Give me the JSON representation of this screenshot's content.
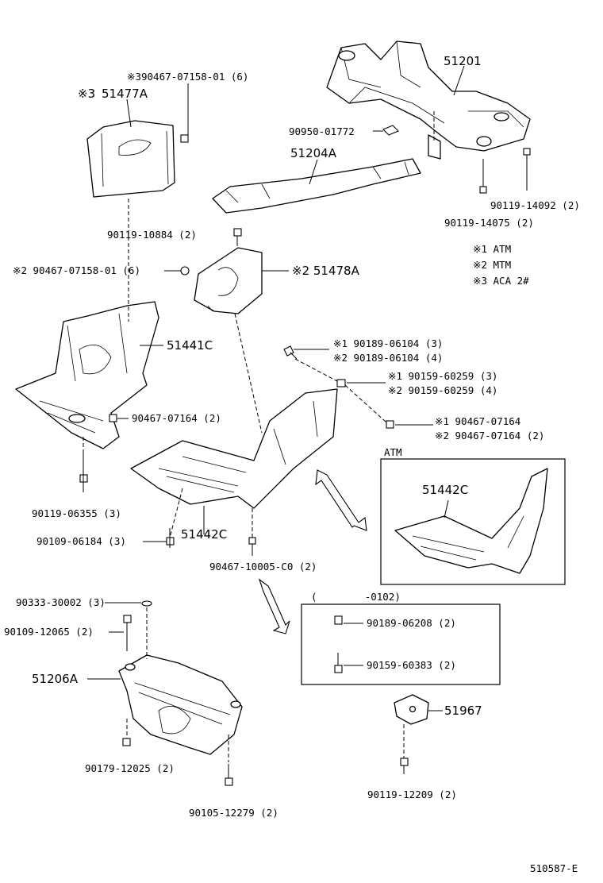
{
  "labels": {
    "p51201": "51201",
    "p51477a_code": "51477A",
    "p51477a_prefix": "※3",
    "p51477a_bolt": "※390467-07158-01 (6)",
    "p90950": "90950-01772",
    "p51204a": "51204A",
    "p90119_14092": "90119-14092 (2)",
    "p90119_14075": "90119-14075 (2)",
    "p90119_10884": "90119-10884 (2)",
    "p90467_07158_2": "※2 90467-07158-01 (6)",
    "p51478a": "※2 51478A",
    "p51441c": "51441C",
    "p90189_1": "※1 90189-06104 (3)",
    "p90189_2": "※2 90189-06104 (4)",
    "p90159_1": "※1 90159-60259 (3)",
    "p90159_2": "※2 90159-60259 (4)",
    "p90467_07164_side": "90467-07164 (2)",
    "p90467_07164_1": "※1 90467-07164",
    "p90467_07164_2": "※2 90467-07164 (2)",
    "p90119_06355": "90119-06355 (3)",
    "p51442c_main": "51442C",
    "p90109_06184": "90109-06184 (3)",
    "p90467_10005": "90467-10005-C0 (2)",
    "p90333": "90333-30002 (3)",
    "p90109_12065": "90109-12065 (2)",
    "p51206a": "51206A",
    "p90179": "90179-12025 (2)",
    "p90105": "90105-12279 (2)",
    "p90189_06208": "90189-06208 (2)",
    "p90159_60383": "90159-60383 (2)",
    "p51967": "51967",
    "p90119_12209": "90119-12209 (2)",
    "atm_box_title": "ATM",
    "atm_box_part": "51442C",
    "date_box_title": "(        -0102)",
    "figure_code": "510587-E"
  },
  "legend": [
    "※1 ATM",
    "※2 MTM",
    "※3 ACA 2#"
  ]
}
